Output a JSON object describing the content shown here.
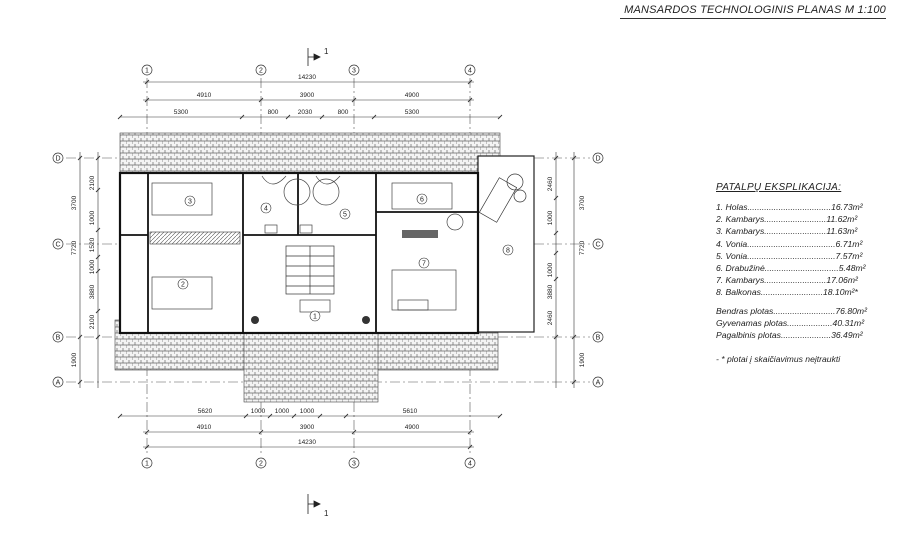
{
  "title": "MANSARDOS TECHNOLOGINIS PLANAS  M 1:100",
  "section_mark": "1",
  "axis_numbers": [
    "1",
    "2",
    "3",
    "4"
  ],
  "axis_letters": [
    "D",
    "C",
    "B",
    "A"
  ],
  "dims_top": {
    "total": "14230",
    "row1": [
      "4910",
      "3900",
      "4900"
    ],
    "row2": [
      "5300",
      "800",
      "2030",
      "800",
      "5300"
    ]
  },
  "dims_bottom": {
    "row1": [
      "5620",
      "1000",
      "1000",
      "1000",
      "5610"
    ],
    "row2": [
      "4910",
      "3900",
      "4900"
    ],
    "total": "14230"
  },
  "dims_left": {
    "outer": [
      "3700",
      "7720",
      "1900"
    ],
    "inner": [
      "2100",
      "1000",
      "1520",
      "1000",
      "3880",
      "2100"
    ]
  },
  "dims_right": {
    "outer": [
      "3700",
      "7720",
      "1900"
    ],
    "inner": [
      "2460",
      "1000",
      "1000",
      "3880",
      "2460"
    ]
  },
  "room_numbers": [
    "1",
    "2",
    "3",
    "4",
    "5",
    "6",
    "7",
    "8"
  ],
  "legend": {
    "title": "PATALPŲ  EKSPLIKACIJA:",
    "rooms": [
      "1. Holas...................................16.73m²",
      "2. Kambarys..........................11.62m²",
      "3. Kambarys..........................11.63m²",
      "4. Vonia.....................................6.71m²",
      "5. Vonia.....................................7.57m²",
      "6. Drabužinė...............................5.48m²",
      "7. Kambarys..........................17.06m²",
      "8. Balkonas..........................18.10m²*"
    ],
    "totals": [
      "Bendras plotas..........................76.80m²",
      "Gyvenamas plotas...................40.31m²",
      "Pagalbinis plotas.....................36.49m²"
    ],
    "note": "- * plotai į skaičiavimus neįtraukti"
  }
}
